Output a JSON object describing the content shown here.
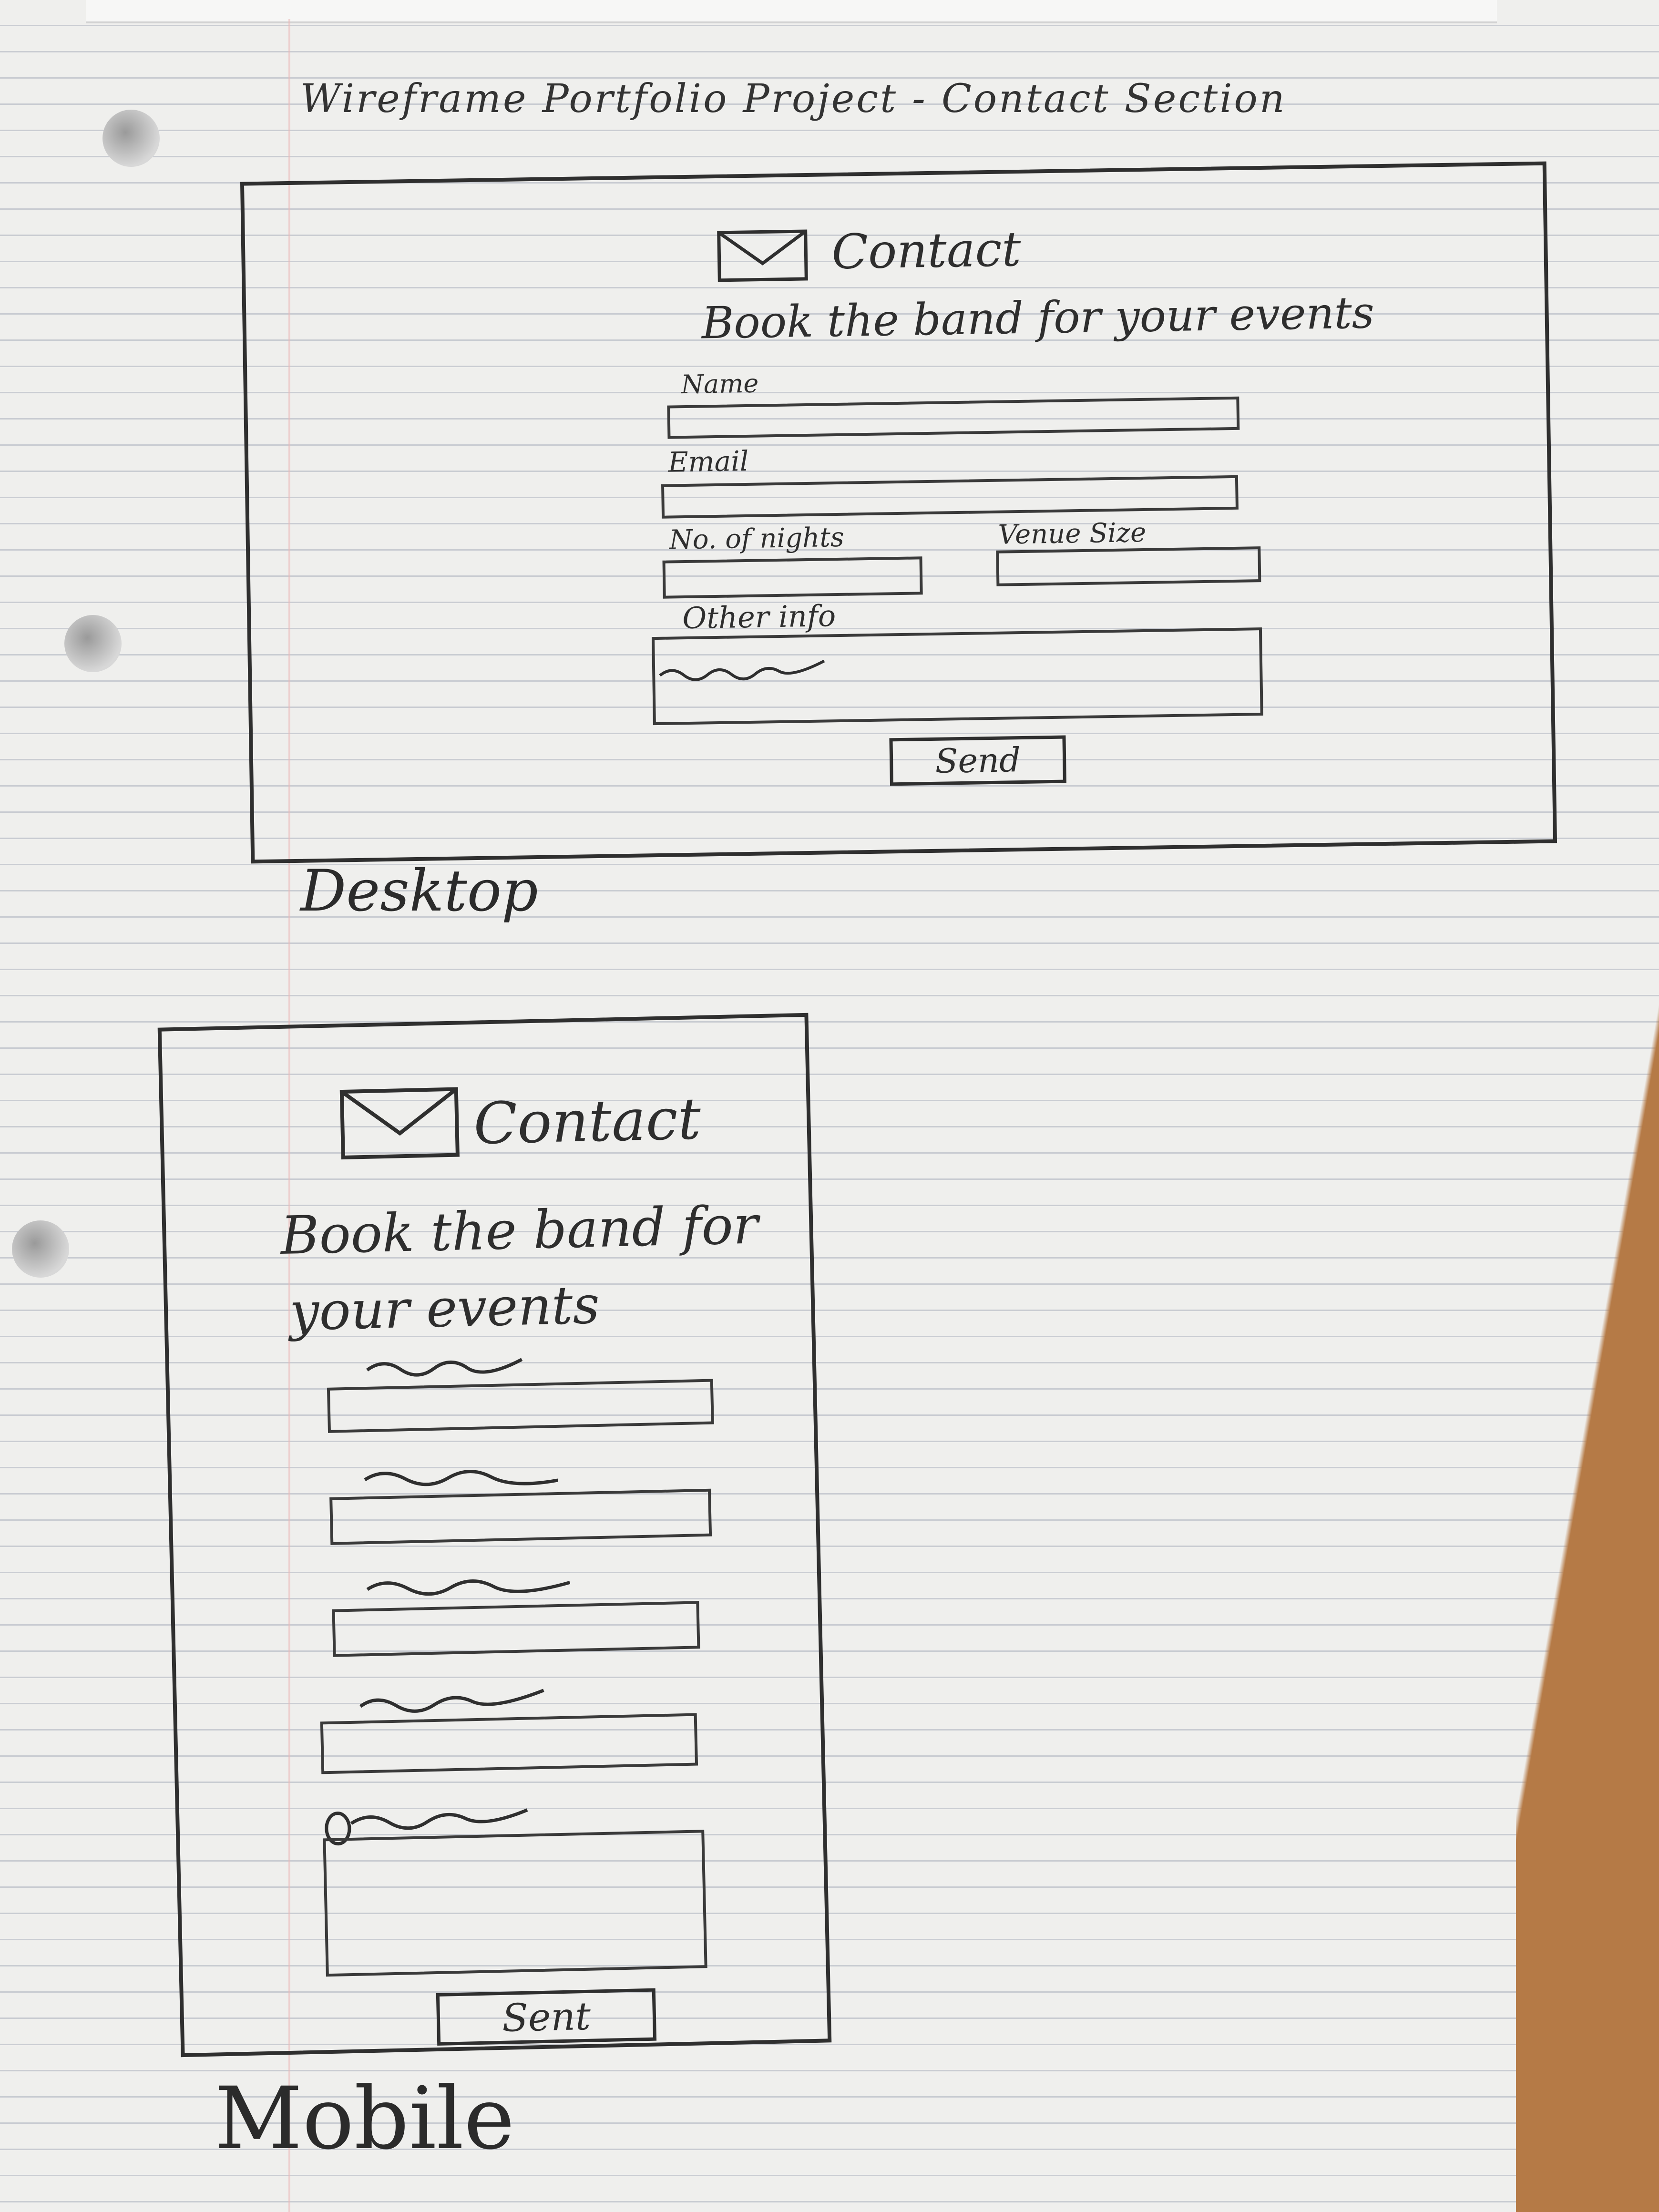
{
  "page_title": "Wireframe Portfolio Project - Contact Section",
  "desktop": {
    "heading": "Contact",
    "subheading": "Book the band for your events",
    "labels": {
      "name": "Name",
      "email": "Email",
      "nights": "No. of nights",
      "venue": "Venue Size",
      "other": "Other info"
    },
    "send_label": "Send",
    "caption": "Desktop"
  },
  "mobile": {
    "heading": "Contact",
    "subheading_line1": "Book the band for",
    "subheading_line2": "your events",
    "send_label": "Sent",
    "caption": "Mobile"
  },
  "icons": {
    "envelope": "envelope-icon"
  }
}
